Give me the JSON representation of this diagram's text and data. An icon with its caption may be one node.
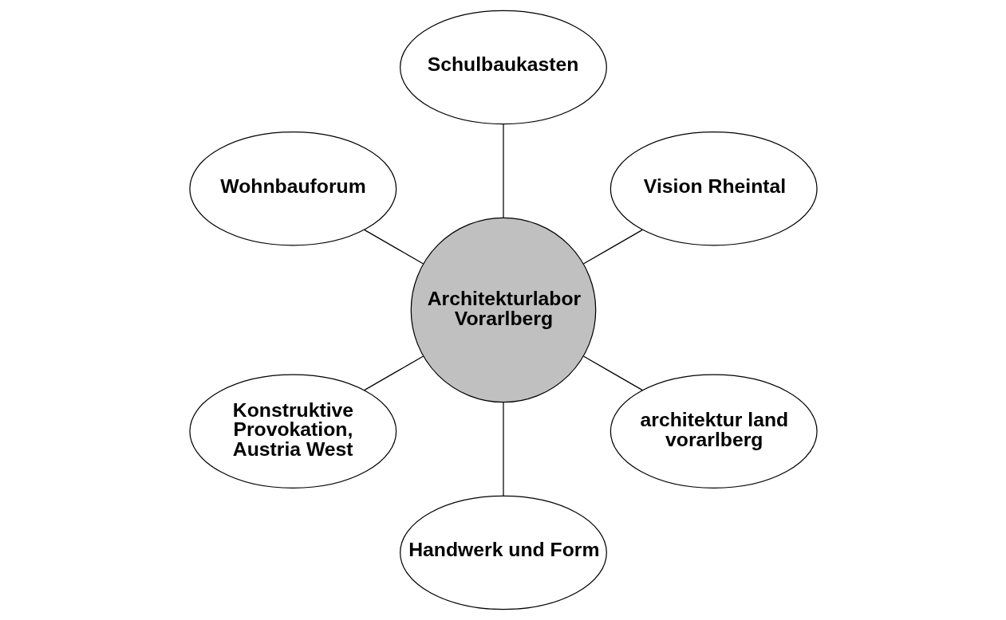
{
  "diagram": {
    "nodes": [
      {
        "text": [
          "Vision Rheintal"
        ]
      },
      {
        "text": [
          "Schulbaukasten"
        ]
      },
      {
        "text": [
          "Wohnbauforum"
        ]
      },
      {
        "text": [
          "Architekturlabor Vorarlberg"
        ]
      },
      {
        "text": [
          "Konstruktive Provokation, Austria West"
        ]
      },
      {
        "text": [
          "Handwerk und Form"
        ]
      },
      {
        "text": [
          "architektur land vorarlberg"
        ]
      }
    ],
    "edges": [
      {
        "from": 3,
        "to": 0,
        "arrow": "none"
      },
      {
        "from": 3,
        "to": 2,
        "arrow": "none"
      },
      {
        "from": 3,
        "to": 5,
        "arrow": "none"
      },
      {
        "from": 3,
        "to": 6,
        "arrow": "none"
      },
      {
        "from": 3,
        "to": 4,
        "arrow": "none"
      },
      {
        "from": 3,
        "to": 1,
        "arrow": "none"
      }
    ]
  }
}
